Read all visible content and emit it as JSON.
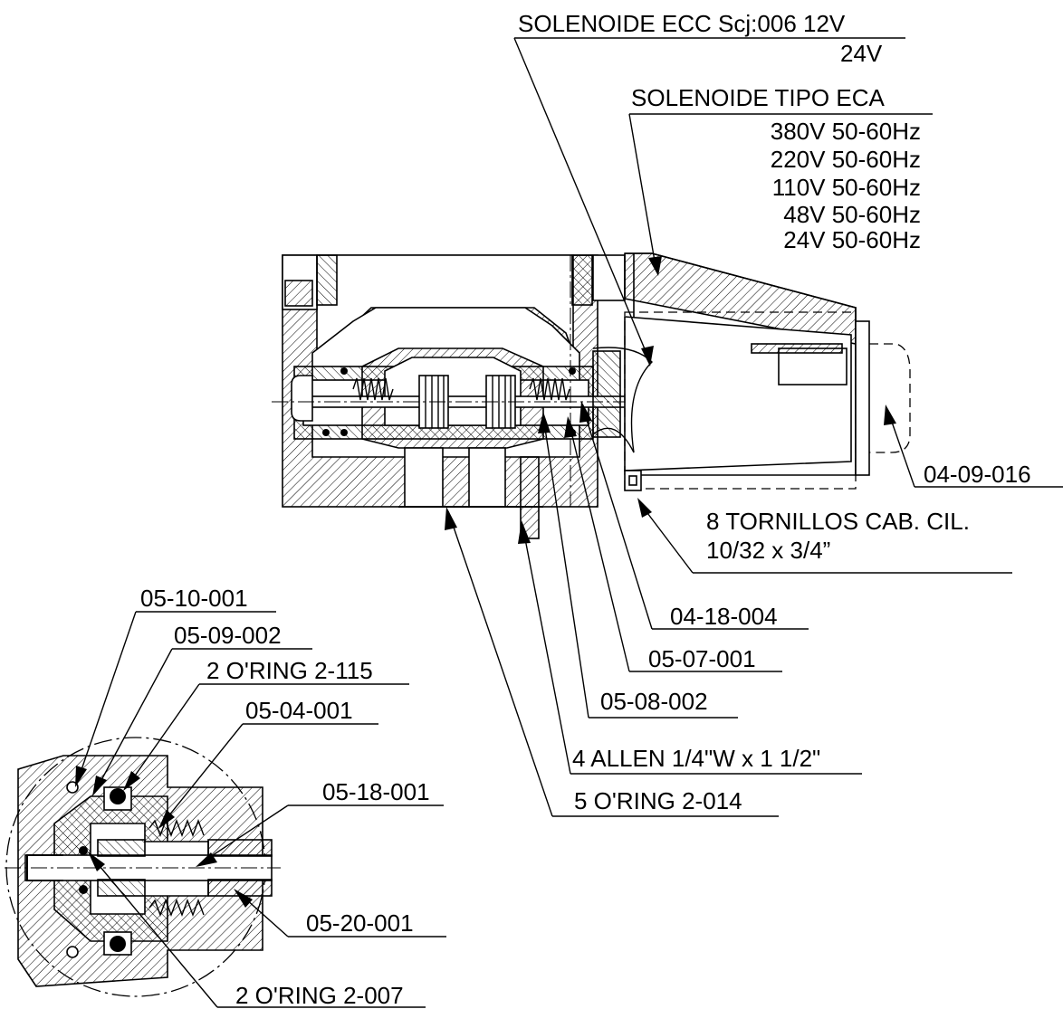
{
  "labels": {
    "solenoide_ecc": "SOLENOIDE ECC Scj:006 12V",
    "solenoide_ecc_alt": "24V",
    "solenoide_eca": "SOLENOIDE TIPO ECA",
    "eca_v1": "380V 50-60Hz",
    "eca_v2": "220V 50-60Hz",
    "eca_v3": "110V 50-60Hz",
    "eca_v4": "48V 50-60Hz",
    "eca_v5": "24V 50-60Hz",
    "p_04_09_016": "04-09-016",
    "tornillos_1": "8 TORNILLOS CAB. CIL.",
    "tornillos_2": "10/32 x 3/4”",
    "p_04_18_004": "04-18-004",
    "p_05_07_001": "05-07-001",
    "p_05_08_002": "05-08-002",
    "allen": "4 ALLEN 1/4\"W x 1 1/2\"",
    "oring_014": "5 O'RING 2-014",
    "p_05_10_001": "05-10-001",
    "p_05_09_002": "05-09-002",
    "oring_115": "2 O'RING 2-115",
    "p_05_04_001": "05-04-001",
    "p_05_18_001": "05-18-001",
    "p_05_20_001": "05-20-001",
    "oring_007": "2 O'RING 2-007"
  }
}
